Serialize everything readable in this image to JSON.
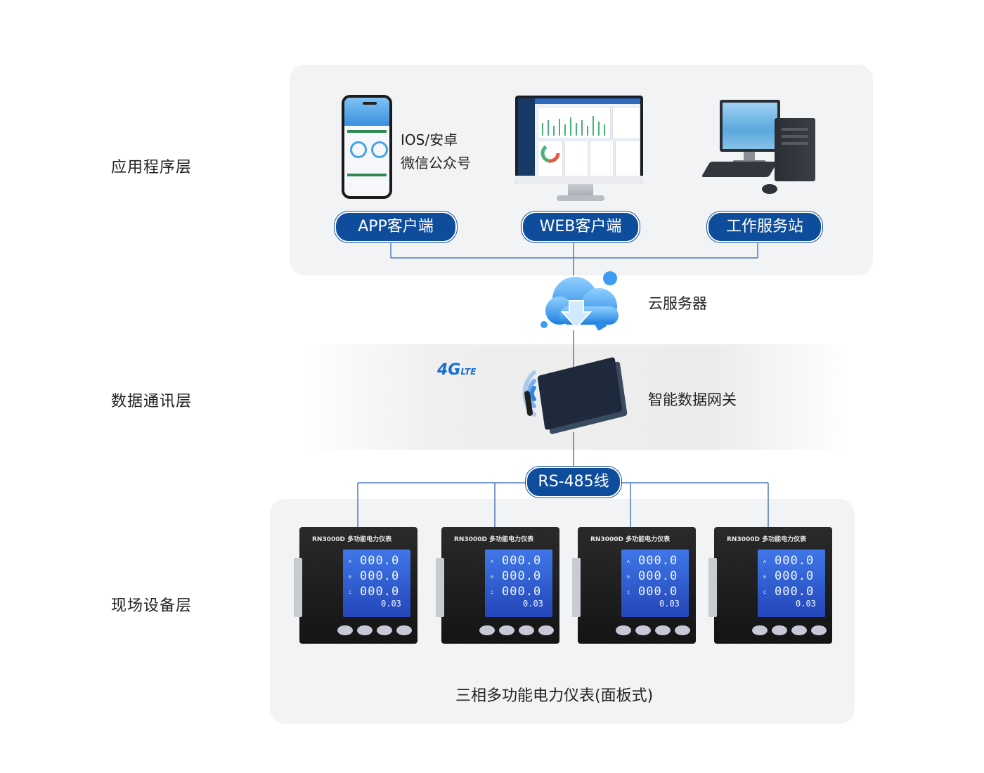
{
  "layers": {
    "application": "应用程序层",
    "communication": "数据通讯层",
    "field": "现场设备层"
  },
  "app_layer": {
    "phone_caption_line1": "IOS/安卓",
    "phone_caption_line2": "微信公众号",
    "clients": [
      "APP客户端",
      "WEB客户端",
      "工作服务站"
    ]
  },
  "cloud": {
    "label": "云服务器"
  },
  "gateway": {
    "label": "智能数据网关",
    "signal_badge": "4G",
    "signal_sub": "LTE"
  },
  "bus": {
    "label": "RS-485线"
  },
  "meters": {
    "model": "RN3000D  多功能电力仪表",
    "readings": [
      "000.0",
      "000.0",
      "000.0"
    ],
    "small_reading": "0.03",
    "phases": [
      "A",
      "B",
      "C"
    ],
    "count": 4,
    "caption": "三相多功能电力仪表(面板式)"
  },
  "colors": {
    "pill": "#0e4d9b",
    "line": "#4a78c2",
    "panel": "#f2f3f5",
    "lcd": "#2f5fd6"
  }
}
